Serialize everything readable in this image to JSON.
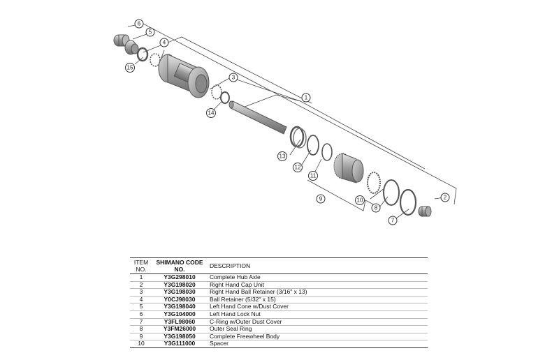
{
  "callouts": [
    "1",
    "2",
    "3",
    "4",
    "5",
    "6",
    "7",
    "8",
    "9",
    "10",
    "11",
    "12",
    "13",
    "14",
    "15"
  ],
  "table": {
    "headers": {
      "item": "ITEM NO.",
      "code": "SHIMANO CODE NO.",
      "description": "DESCRIPTION"
    },
    "rows": [
      {
        "item": "1",
        "code": "Y3G298010",
        "description": "Complete Hub Axle"
      },
      {
        "item": "2",
        "code": "Y3G198020",
        "description": "Right Hand Cap Unit"
      },
      {
        "item": "3",
        "code": "Y3G198030",
        "description": "Right Hand Ball Retainer (3/16\" x 13)"
      },
      {
        "item": "4",
        "code": "Y0CJ98030",
        "description": "Ball Retainer (5/32\" x 15)"
      },
      {
        "item": "5",
        "code": "Y3G198040",
        "description": "Left Hand Cone w/Dust Cover"
      },
      {
        "item": "6",
        "code": "Y3G104000",
        "description": "Left Hand Lock Nut"
      },
      {
        "item": "7",
        "code": "Y3FL98060",
        "description": "C-Ring w/Outer Dust Cover"
      },
      {
        "item": "8",
        "code": "Y3FM26000",
        "description": "Outer Seal Ring"
      },
      {
        "item": "9",
        "code": "Y3G198050",
        "description": "Complete Freewheel Body"
      },
      {
        "item": "10",
        "code": "Y3G111000",
        "description": "Spacer"
      }
    ]
  }
}
